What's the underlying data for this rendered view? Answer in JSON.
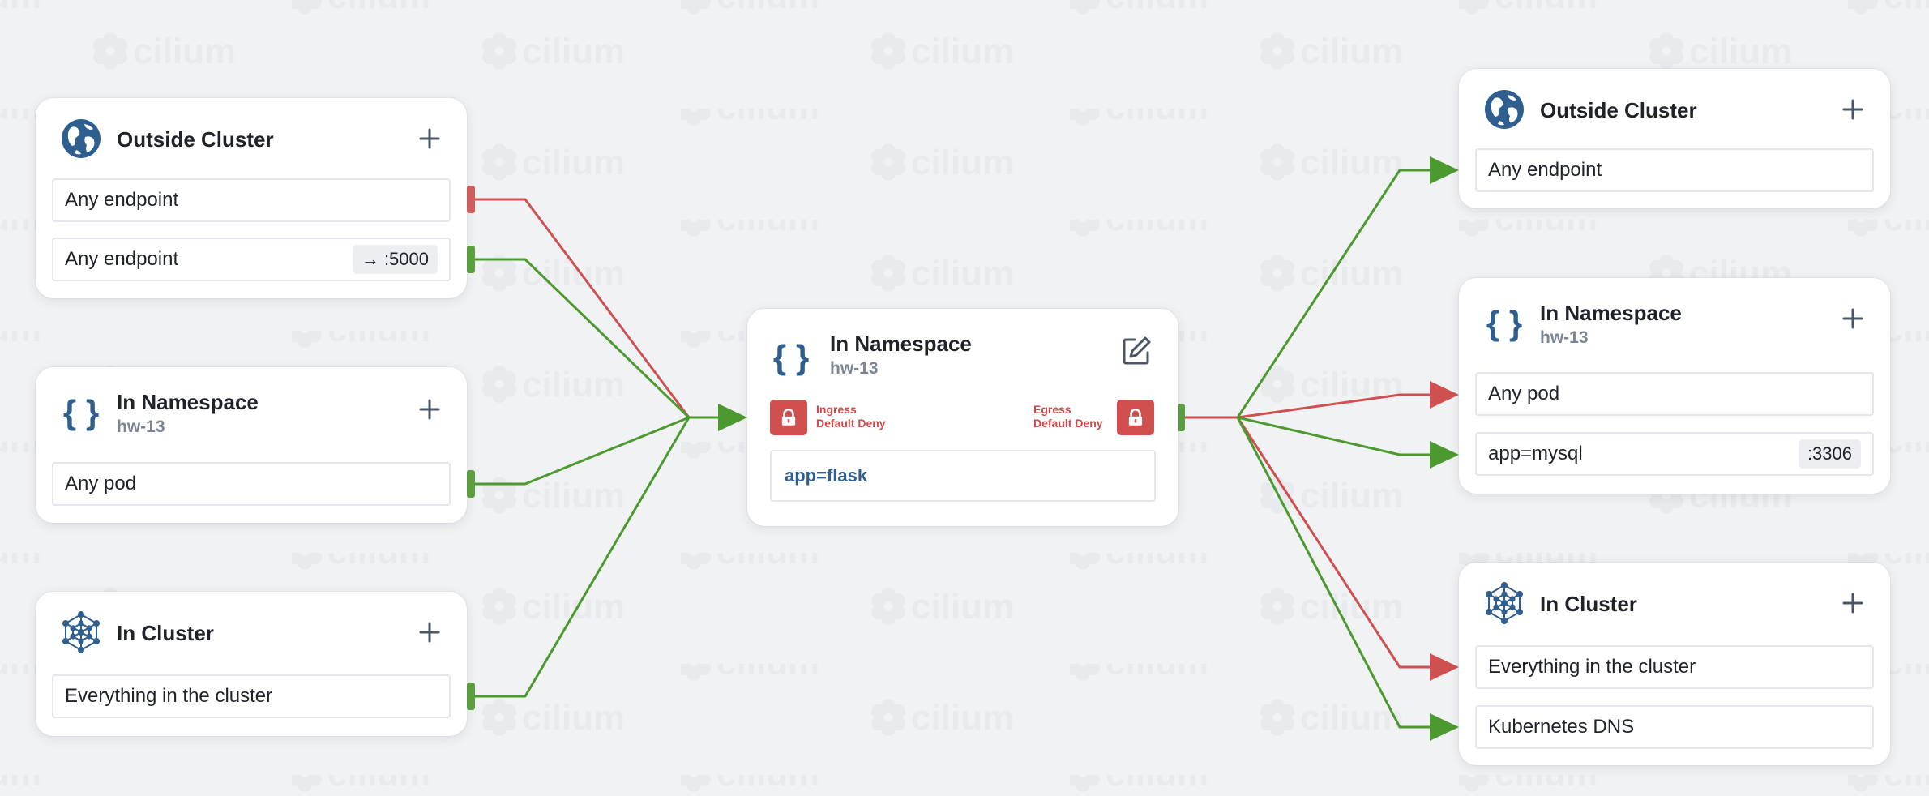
{
  "background": {
    "color": "#f1f2f4",
    "watermark_text": "cilium"
  },
  "colors": {
    "allow": "#4c9a2f",
    "deny": "#d05050",
    "brand": "#2f5f8f",
    "deny_text": "#d04848"
  },
  "ingress": {
    "outside_cluster": {
      "title": "Outside Cluster",
      "icon": "globe-icon",
      "add_icon": "plus-icon",
      "rows": [
        {
          "label": "Any endpoint",
          "port": "",
          "verdict": "deny"
        },
        {
          "label": "Any endpoint",
          "port": "→ :5000",
          "verdict": "allow"
        }
      ]
    },
    "in_namespace": {
      "title": "In Namespace",
      "subtitle": "hw-13",
      "icon": "curly-braces-icon",
      "add_icon": "plus-icon",
      "rows": [
        {
          "label": "Any pod",
          "port": "",
          "verdict": "allow"
        }
      ]
    },
    "in_cluster": {
      "title": "In Cluster",
      "icon": "cluster-network-icon",
      "add_icon": "plus-icon",
      "rows": [
        {
          "label": "Everything in the cluster",
          "port": "",
          "verdict": "allow"
        }
      ]
    }
  },
  "center": {
    "title": "In Namespace",
    "subtitle": "hw-13",
    "icon": "curly-braces-icon",
    "edit_icon": "edit-icon",
    "ingress_label": "Ingress",
    "ingress_sub": "Default Deny",
    "egress_label": "Egress",
    "egress_sub": "Default Deny",
    "selector": "app=flask"
  },
  "egress": {
    "outside_cluster": {
      "title": "Outside Cluster",
      "icon": "globe-icon",
      "add_icon": "plus-icon",
      "rows": [
        {
          "label": "Any endpoint",
          "port": "",
          "verdict": "allow"
        }
      ]
    },
    "in_namespace": {
      "title": "In Namespace",
      "subtitle": "hw-13",
      "icon": "curly-braces-icon",
      "add_icon": "plus-icon",
      "rows": [
        {
          "label": "Any pod",
          "port": "",
          "verdict": "deny"
        },
        {
          "label": "app=mysql",
          "port": ":3306",
          "verdict": "allow"
        }
      ]
    },
    "in_cluster": {
      "title": "In Cluster",
      "icon": "cluster-network-icon",
      "add_icon": "plus-icon",
      "rows": [
        {
          "label": "Everything in the cluster",
          "port": "",
          "verdict": "deny"
        },
        {
          "label": "Kubernetes DNS",
          "port": "",
          "verdict": "allow"
        }
      ]
    }
  }
}
